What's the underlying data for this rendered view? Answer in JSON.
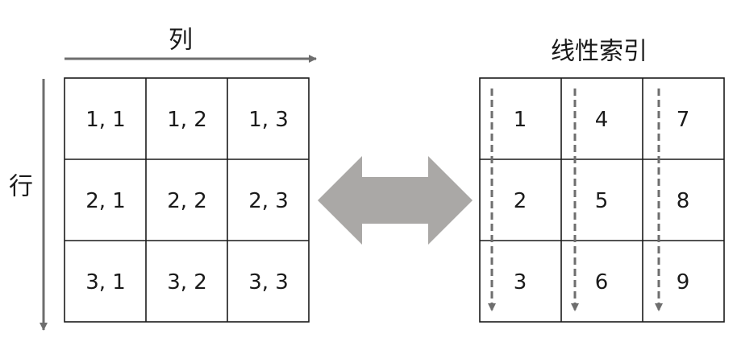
{
  "labels": {
    "columns": "列",
    "rows": "行",
    "linear_index": "线性索引"
  },
  "matrix": {
    "cells": [
      [
        "1, 1",
        "1, 2",
        "1, 3"
      ],
      [
        "2, 1",
        "2, 2",
        "2, 3"
      ],
      [
        "3, 1",
        "3, 2",
        "3, 3"
      ]
    ]
  },
  "linear": {
    "cells": [
      [
        "1",
        "4",
        "7"
      ],
      [
        "2",
        "5",
        "8"
      ],
      [
        "3",
        "6",
        "9"
      ]
    ]
  },
  "colors": {
    "axis_arrow": "#6e6e6e",
    "double_arrow": "#aaa8a6",
    "dashed_arrow": "#6e6e6e",
    "grid": "#1a1a1a",
    "text": "#1a1a1a"
  }
}
